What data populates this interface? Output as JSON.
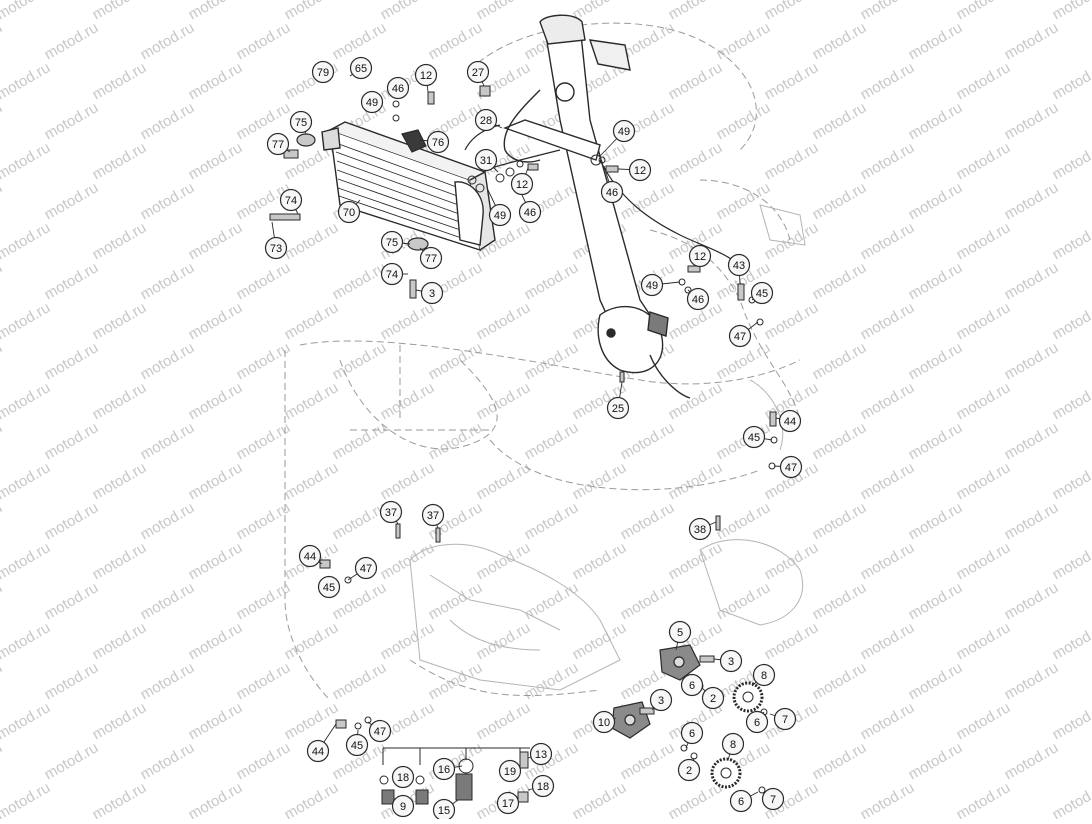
{
  "watermark": {
    "text": "motod.ru",
    "color": "#c8c8c8"
  },
  "diagram": {
    "line_color": "#2a2a2a",
    "ghost_color": "#9a9a9a",
    "callout_fill": "#f7f7f7",
    "callouts": [
      {
        "id": "c79",
        "label": "79"
      },
      {
        "id": "c65",
        "label": "65"
      },
      {
        "id": "c46a",
        "label": "46"
      },
      {
        "id": "c12a",
        "label": "12"
      },
      {
        "id": "c27",
        "label": "27"
      },
      {
        "id": "c49a",
        "label": "49"
      },
      {
        "id": "c75a",
        "label": "75"
      },
      {
        "id": "c76",
        "label": "76"
      },
      {
        "id": "c28",
        "label": "28"
      },
      {
        "id": "c77a",
        "label": "77"
      },
      {
        "id": "c31",
        "label": "31"
      },
      {
        "id": "c12b",
        "label": "12"
      },
      {
        "id": "c49b",
        "label": "49"
      },
      {
        "id": "c12c",
        "label": "12"
      },
      {
        "id": "c46b",
        "label": "46"
      },
      {
        "id": "c74a",
        "label": "74"
      },
      {
        "id": "c70",
        "label": "70"
      },
      {
        "id": "c49c",
        "label": "49"
      },
      {
        "id": "c46c",
        "label": "46"
      },
      {
        "id": "c73",
        "label": "73"
      },
      {
        "id": "c75b",
        "label": "75"
      },
      {
        "id": "c77b",
        "label": "77"
      },
      {
        "id": "c74b",
        "label": "74"
      },
      {
        "id": "c3a",
        "label": "3"
      },
      {
        "id": "c12d",
        "label": "12"
      },
      {
        "id": "c43",
        "label": "43"
      },
      {
        "id": "c45a",
        "label": "45"
      },
      {
        "id": "c49d",
        "label": "49"
      },
      {
        "id": "c46d",
        "label": "46"
      },
      {
        "id": "c47a",
        "label": "47"
      },
      {
        "id": "c25",
        "label": "25"
      },
      {
        "id": "c44a",
        "label": "44"
      },
      {
        "id": "c45b",
        "label": "45"
      },
      {
        "id": "c47b",
        "label": "47"
      },
      {
        "id": "c37a",
        "label": "37"
      },
      {
        "id": "c37b",
        "label": "37"
      },
      {
        "id": "c38",
        "label": "38"
      },
      {
        "id": "c44b",
        "label": "44"
      },
      {
        "id": "c47c",
        "label": "47"
      },
      {
        "id": "c45c",
        "label": "45"
      },
      {
        "id": "c5",
        "label": "5"
      },
      {
        "id": "c3b",
        "label": "3"
      },
      {
        "id": "c6a",
        "label": "6"
      },
      {
        "id": "c8a",
        "label": "8"
      },
      {
        "id": "c2a",
        "label": "2"
      },
      {
        "id": "c3c",
        "label": "3"
      },
      {
        "id": "c6b",
        "label": "6"
      },
      {
        "id": "c7a",
        "label": "7"
      },
      {
        "id": "c10",
        "label": "10"
      },
      {
        "id": "c6c",
        "label": "6"
      },
      {
        "id": "c8b",
        "label": "8"
      },
      {
        "id": "c44c",
        "label": "44"
      },
      {
        "id": "c45d",
        "label": "45"
      },
      {
        "id": "c47d",
        "label": "47"
      },
      {
        "id": "c13",
        "label": "13"
      },
      {
        "id": "c16",
        "label": "16"
      },
      {
        "id": "c2b",
        "label": "2"
      },
      {
        "id": "c18a",
        "label": "18"
      },
      {
        "id": "c19",
        "label": "19"
      },
      {
        "id": "c18b",
        "label": "18"
      },
      {
        "id": "c6d",
        "label": "6"
      },
      {
        "id": "c7b",
        "label": "7"
      },
      {
        "id": "c9",
        "label": "9"
      },
      {
        "id": "c15",
        "label": "15"
      },
      {
        "id": "c17",
        "label": "17"
      }
    ]
  }
}
